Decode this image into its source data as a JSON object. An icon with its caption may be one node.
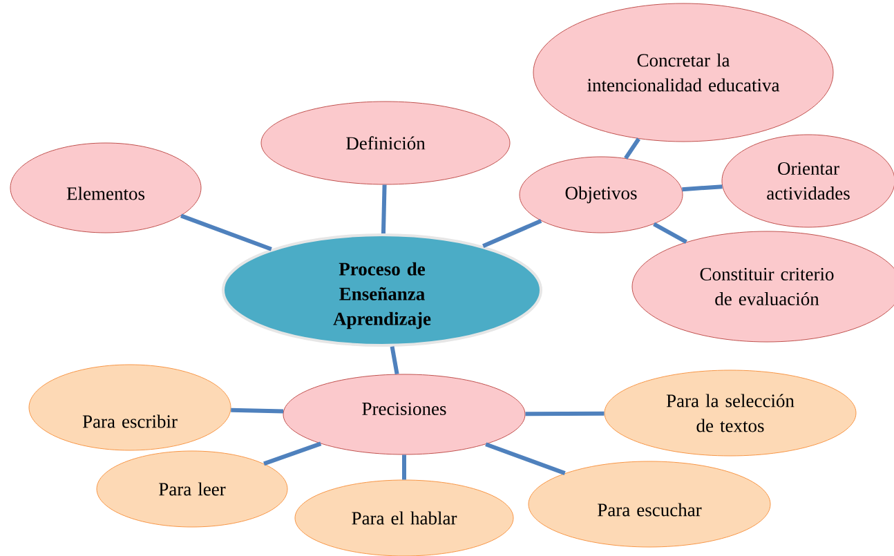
{
  "diagram": {
    "nodes": [
      {
        "text": [
          "Proceso de Enseñanza Aprendizaje"
        ]
      },
      {
        "text": [
          "Elementos"
        ]
      },
      {
        "text": [
          "Definición"
        ]
      },
      {
        "text": [
          "Objetivos"
        ]
      },
      {
        "text": [
          "Concretar la intencionalidad educativa"
        ]
      },
      {
        "text": [
          "Orientar actividades"
        ]
      },
      {
        "text": [
          "Constituir criterio de evaluación"
        ]
      },
      {
        "text": [
          "Precisiones"
        ]
      },
      {
        "text": [
          "Para escribir"
        ]
      },
      {
        "text": [
          "Para leer"
        ]
      },
      {
        "text": [
          "Para el hablar"
        ]
      },
      {
        "text": [
          "Para escuchar"
        ]
      },
      {
        "text": [
          "Para la selección de textos"
        ]
      }
    ],
    "edges": [
      {
        "from": 0,
        "to": 1,
        "arrow": "none"
      },
      {
        "from": 0,
        "to": 2,
        "arrow": "none"
      },
      {
        "from": 0,
        "to": 3,
        "arrow": "none"
      },
      {
        "from": 3,
        "to": 4,
        "arrow": "none"
      },
      {
        "from": 3,
        "to": 5,
        "arrow": "none"
      },
      {
        "from": 3,
        "to": 6,
        "arrow": "none"
      },
      {
        "from": 0,
        "to": 7,
        "arrow": "none"
      },
      {
        "from": 7,
        "to": 8,
        "arrow": "none"
      },
      {
        "from": 7,
        "to": 9,
        "arrow": "none"
      },
      {
        "from": 7,
        "to": 10,
        "arrow": "none"
      },
      {
        "from": 7,
        "to": 11,
        "arrow": "none"
      },
      {
        "from": 7,
        "to": 12,
        "arrow": "none"
      }
    ]
  }
}
